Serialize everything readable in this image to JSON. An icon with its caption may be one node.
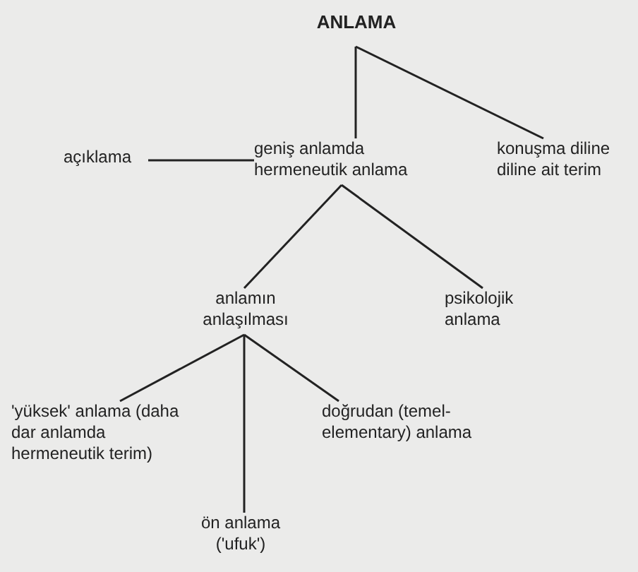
{
  "diagram": {
    "nodes": [
      {
        "text": [
          "ANLAMA"
        ]
      },
      {
        "text": [
          "açıklama"
        ]
      },
      {
        "text": [
          "geniş anlamda hermeneutik anlama"
        ]
      },
      {
        "text": [
          "konuşma diline diline ait terim"
        ]
      },
      {
        "text": [
          "anlamın anlaşılması"
        ]
      },
      {
        "text": [
          "psikolojik anlama"
        ]
      },
      {
        "text": [
          "'yüksek' anlama (daha dar anlamda hermeneutik terim)"
        ]
      },
      {
        "text": [
          "doğrudan (temel-elementary) anlama"
        ]
      },
      {
        "text": [
          "ön anlama ('ufuk')"
        ]
      }
    ],
    "edges": [
      {
        "from": 0,
        "to": 2,
        "arrow": "none"
      },
      {
        "from": 0,
        "to": 3,
        "arrow": "none"
      },
      {
        "from": 1,
        "to": 2,
        "arrow": "none"
      },
      {
        "from": 2,
        "to": 4,
        "arrow": "none"
      },
      {
        "from": 2,
        "to": 5,
        "arrow": "none"
      },
      {
        "from": 4,
        "to": 6,
        "arrow": "none"
      },
      {
        "from": 4,
        "to": 8,
        "arrow": "none"
      },
      {
        "from": 4,
        "to": 7,
        "arrow": "none"
      }
    ]
  }
}
